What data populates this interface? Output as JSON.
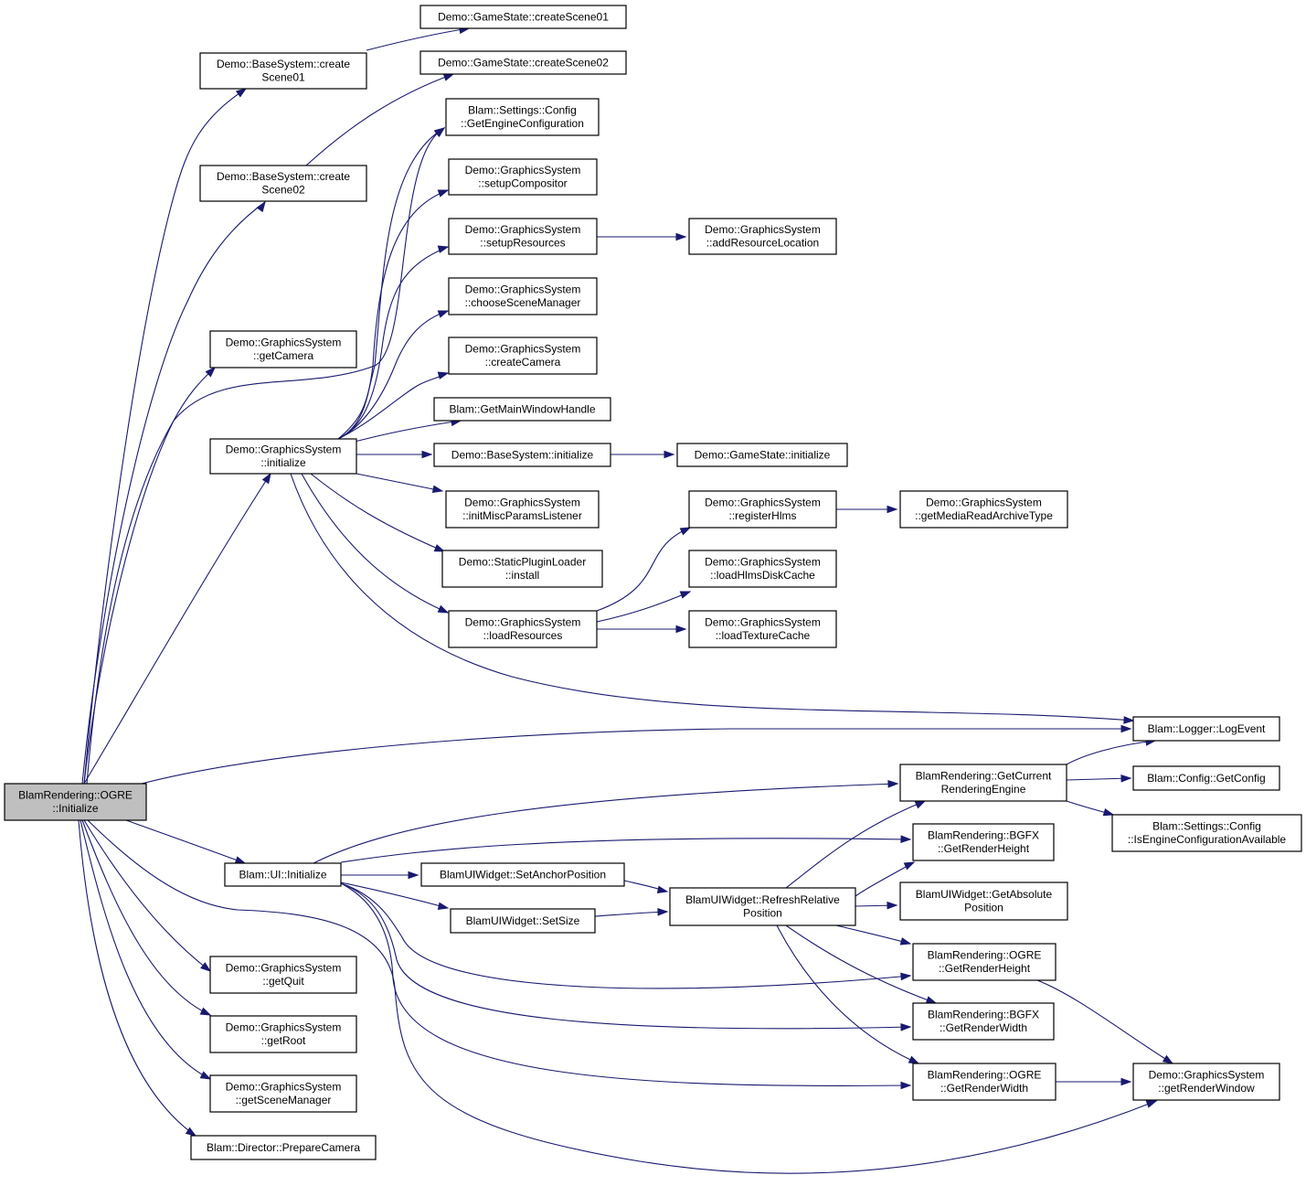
{
  "nodes": [
    {
      "id": "ogre_init",
      "lines": [
        "BlamRendering::OGRE",
        "::Initialize"
      ],
      "root": true
    },
    {
      "id": "bs_cs01",
      "lines": [
        "Demo::BaseSystem::create",
        "Scene01"
      ]
    },
    {
      "id": "bs_cs02",
      "lines": [
        "Demo::BaseSystem::create",
        "Scene02"
      ]
    },
    {
      "id": "gs_cs01",
      "lines": [
        "Demo::GameState::createScene01"
      ]
    },
    {
      "id": "gs_cs02",
      "lines": [
        "Demo::GameState::createScene02"
      ]
    },
    {
      "id": "gfx_getcamera",
      "lines": [
        "Demo::GraphicsSystem",
        "::getCamera"
      ]
    },
    {
      "id": "gfx_initialize",
      "lines": [
        "Demo::GraphicsSystem",
        "::initialize"
      ]
    },
    {
      "id": "cfg_getengine",
      "lines": [
        "Blam::Settings::Config",
        "::GetEngineConfiguration"
      ]
    },
    {
      "id": "gfx_setupcomp",
      "lines": [
        "Demo::GraphicsSystem",
        "::setupCompositor"
      ]
    },
    {
      "id": "gfx_setupres",
      "lines": [
        "Demo::GraphicsSystem",
        "::setupResources"
      ]
    },
    {
      "id": "gfx_addresloc",
      "lines": [
        "Demo::GraphicsSystem",
        "::addResourceLocation"
      ]
    },
    {
      "id": "gfx_choosesm",
      "lines": [
        "Demo::GraphicsSystem",
        "::chooseSceneManager"
      ]
    },
    {
      "id": "gfx_createcam",
      "lines": [
        "Demo::GraphicsSystem",
        "::createCamera"
      ]
    },
    {
      "id": "blam_getmainwin",
      "lines": [
        "Blam::GetMainWindowHandle"
      ]
    },
    {
      "id": "bs_initialize",
      "lines": [
        "Demo::BaseSystem::initialize"
      ]
    },
    {
      "id": "gs_initialize",
      "lines": [
        "Demo::GameState::initialize"
      ]
    },
    {
      "id": "gfx_initmisc",
      "lines": [
        "Demo::GraphicsSystem",
        "::initMiscParamsListener"
      ]
    },
    {
      "id": "spl_install",
      "lines": [
        "Demo::StaticPluginLoader",
        "::install"
      ]
    },
    {
      "id": "gfx_loadres",
      "lines": [
        "Demo::GraphicsSystem",
        "::loadResources"
      ]
    },
    {
      "id": "gfx_reghlms",
      "lines": [
        "Demo::GraphicsSystem",
        "::registerHlms"
      ]
    },
    {
      "id": "gfx_getmedia",
      "lines": [
        "Demo::GraphicsSystem",
        "::getMediaReadArchiveType"
      ]
    },
    {
      "id": "gfx_loadhlms",
      "lines": [
        "Demo::GraphicsSystem",
        "::loadHlmsDiskCache"
      ]
    },
    {
      "id": "gfx_loadtex",
      "lines": [
        "Demo::GraphicsSystem",
        "::loadTextureCache"
      ]
    },
    {
      "id": "logger_logevent",
      "lines": [
        "Blam::Logger::LogEvent"
      ]
    },
    {
      "id": "br_getcurrent",
      "lines": [
        "BlamRendering::GetCurrent",
        "RenderingEngine"
      ]
    },
    {
      "id": "config_getconfig",
      "lines": [
        "Blam::Config::GetConfig"
      ]
    },
    {
      "id": "cfg_isengine",
      "lines": [
        "Blam::Settings::Config",
        "::IsEngineConfigurationAvailable"
      ]
    },
    {
      "id": "bgfx_getheight",
      "lines": [
        "BlamRendering::BGFX",
        "::GetRenderHeight"
      ]
    },
    {
      "id": "ui_initialize",
      "lines": [
        "Blam::UI::Initialize"
      ]
    },
    {
      "id": "widget_setanchor",
      "lines": [
        "BlamUIWidget::SetAnchorPosition"
      ]
    },
    {
      "id": "widget_refresh",
      "lines": [
        "BlamUIWidget::RefreshRelative",
        "Position"
      ]
    },
    {
      "id": "widget_getabs",
      "lines": [
        "BlamUIWidget::GetAbsolute",
        "Position"
      ]
    },
    {
      "id": "widget_setsize",
      "lines": [
        "BlamUIWidget::SetSize"
      ]
    },
    {
      "id": "ogre_getheight",
      "lines": [
        "BlamRendering::OGRE",
        "::GetRenderHeight"
      ]
    },
    {
      "id": "bgfx_getwidth",
      "lines": [
        "BlamRendering::BGFX",
        "::GetRenderWidth"
      ]
    },
    {
      "id": "ogre_getwidth",
      "lines": [
        "BlamRendering::OGRE",
        "::GetRenderWidth"
      ]
    },
    {
      "id": "gfx_getrenderwin",
      "lines": [
        "Demo::GraphicsSystem",
        "::getRenderWindow"
      ]
    },
    {
      "id": "gfx_getquit",
      "lines": [
        "Demo::GraphicsSystem",
        "::getQuit"
      ]
    },
    {
      "id": "gfx_getroot",
      "lines": [
        "Demo::GraphicsSystem",
        "::getRoot"
      ]
    },
    {
      "id": "gfx_getscenemgr",
      "lines": [
        "Demo::GraphicsSystem",
        "::getSceneManager"
      ]
    },
    {
      "id": "director_preparecam",
      "lines": [
        "Blam::Director::PrepareCamera"
      ]
    }
  ],
  "edges": [
    {
      "from": "ogre_init",
      "to": "bs_cs01"
    },
    {
      "from": "ogre_init",
      "to": "bs_cs02"
    },
    {
      "from": "ogre_init",
      "to": "gfx_getcamera"
    },
    {
      "from": "ogre_init",
      "to": "gfx_initialize"
    },
    {
      "from": "ogre_init",
      "to": "cfg_getengine"
    },
    {
      "from": "ogre_init",
      "to": "logger_logevent"
    },
    {
      "from": "ogre_init",
      "to": "ui_initialize"
    },
    {
      "from": "ogre_init",
      "to": "gfx_getquit"
    },
    {
      "from": "ogre_init",
      "to": "gfx_getroot"
    },
    {
      "from": "ogre_init",
      "to": "gfx_getscenemgr"
    },
    {
      "from": "ogre_init",
      "to": "director_preparecam"
    },
    {
      "from": "ogre_init",
      "to": "gfx_getrenderwin"
    },
    {
      "from": "bs_cs01",
      "to": "gs_cs01"
    },
    {
      "from": "bs_cs02",
      "to": "gs_cs02"
    },
    {
      "from": "gfx_initialize",
      "to": "cfg_getengine"
    },
    {
      "from": "gfx_initialize",
      "to": "gfx_setupcomp"
    },
    {
      "from": "gfx_initialize",
      "to": "gfx_setupres"
    },
    {
      "from": "gfx_initialize",
      "to": "gfx_choosesm"
    },
    {
      "from": "gfx_initialize",
      "to": "gfx_createcam"
    },
    {
      "from": "gfx_initialize",
      "to": "blam_getmainwin"
    },
    {
      "from": "gfx_initialize",
      "to": "bs_initialize"
    },
    {
      "from": "gfx_initialize",
      "to": "gfx_initmisc"
    },
    {
      "from": "gfx_initialize",
      "to": "spl_install"
    },
    {
      "from": "gfx_initialize",
      "to": "gfx_loadres"
    },
    {
      "from": "gfx_initialize",
      "to": "logger_logevent"
    },
    {
      "from": "gfx_setupres",
      "to": "gfx_addresloc"
    },
    {
      "from": "bs_initialize",
      "to": "gs_initialize"
    },
    {
      "from": "gfx_loadres",
      "to": "gfx_reghlms"
    },
    {
      "from": "gfx_loadres",
      "to": "gfx_loadhlms"
    },
    {
      "from": "gfx_loadres",
      "to": "gfx_loadtex"
    },
    {
      "from": "gfx_reghlms",
      "to": "gfx_getmedia"
    },
    {
      "from": "ui_initialize",
      "to": "br_getcurrent"
    },
    {
      "from": "ui_initialize",
      "to": "bgfx_getheight"
    },
    {
      "from": "ui_initialize",
      "to": "widget_setanchor"
    },
    {
      "from": "ui_initialize",
      "to": "widget_setsize"
    },
    {
      "from": "ui_initialize",
      "to": "ogre_getheight"
    },
    {
      "from": "ui_initialize",
      "to": "bgfx_getwidth"
    },
    {
      "from": "ui_initialize",
      "to": "ogre_getwidth"
    },
    {
      "from": "br_getcurrent",
      "to": "logger_logevent"
    },
    {
      "from": "br_getcurrent",
      "to": "config_getconfig"
    },
    {
      "from": "br_getcurrent",
      "to": "cfg_isengine"
    },
    {
      "from": "widget_setanchor",
      "to": "widget_refresh"
    },
    {
      "from": "widget_setsize",
      "to": "widget_refresh"
    },
    {
      "from": "widget_refresh",
      "to": "br_getcurrent"
    },
    {
      "from": "widget_refresh",
      "to": "bgfx_getheight"
    },
    {
      "from": "widget_refresh",
      "to": "widget_getabs"
    },
    {
      "from": "widget_refresh",
      "to": "ogre_getheight"
    },
    {
      "from": "widget_refresh",
      "to": "bgfx_getwidth"
    },
    {
      "from": "widget_refresh",
      "to": "ogre_getwidth"
    },
    {
      "from": "ogre_getheight",
      "to": "gfx_getrenderwin"
    },
    {
      "from": "ogre_getwidth",
      "to": "gfx_getrenderwin"
    }
  ]
}
